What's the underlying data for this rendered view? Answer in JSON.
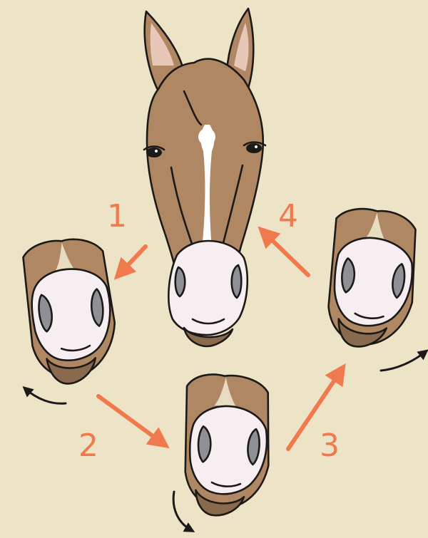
{
  "colors": {
    "background": "#ede4c8",
    "coat": "#b08763",
    "muzzle": "#f6eef1",
    "nostril": "#8e9096",
    "blaze": "#ffffff",
    "jaw": "#8a6a4c",
    "step_arrow": "#f07a4e",
    "rotation_arrow": "#1c1a18"
  },
  "steps": [
    {
      "label": "1"
    },
    {
      "label": "2"
    },
    {
      "label": "3"
    },
    {
      "label": "4"
    }
  ]
}
